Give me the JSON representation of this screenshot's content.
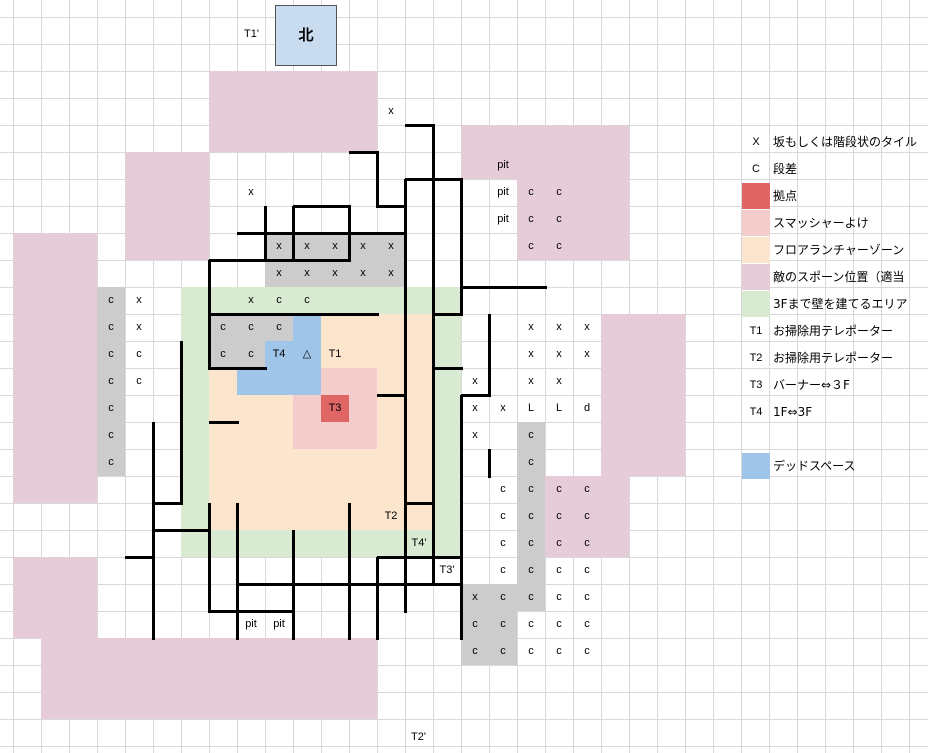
{
  "colors": {
    "spawn": "#e6ccd9",
    "base": "#e06666",
    "smasher": "#f4cccc",
    "floor_launcher": "#fce5cd",
    "wall_build": "#d9ead3",
    "dead_space": "#9fc5e8",
    "slope": "#cccccc",
    "north_box": "#c9dcef"
  },
  "north": {
    "label": "北",
    "anchor": "T1'"
  },
  "bottom_marker": "T2'",
  "legend": [
    {
      "symbol": "X",
      "label": "坂もしくは階段状のタイル"
    },
    {
      "symbol": "C",
      "label": "段差"
    },
    {
      "symbol": "",
      "swatch": "base",
      "label": "拠点"
    },
    {
      "symbol": "",
      "swatch": "smasher",
      "label": "スマッシャーよけ"
    },
    {
      "symbol": "",
      "swatch": "floor_launcher",
      "label": "フロアランチャーゾーン"
    },
    {
      "symbol": "",
      "swatch": "spawn",
      "label": "敵のスポーン位置（適当"
    },
    {
      "symbol": "",
      "swatch": "wall_build",
      "label": "3Fまで壁を建てるエリア"
    },
    {
      "symbol": "T1",
      "label": "お掃除用テレポーター"
    },
    {
      "symbol": "T2",
      "label": "お掃除用テレポーター"
    },
    {
      "symbol": "T3",
      "label": "バーナー⇔３F"
    },
    {
      "symbol": "T4",
      "label": "1F⇔3F"
    },
    {
      "symbol": "",
      "swatch": "dead_space",
      "label": "デッドスペース"
    }
  ],
  "map_labels": {
    "t1": "T1",
    "t2": "T2",
    "t3": "T3",
    "t4": "T4",
    "t4p": "T4'",
    "t3p": "T3'",
    "triangle": "△"
  },
  "tiles": {
    "x": "x",
    "c": "c",
    "pit": "pit",
    "L": "L",
    "d": "d"
  }
}
